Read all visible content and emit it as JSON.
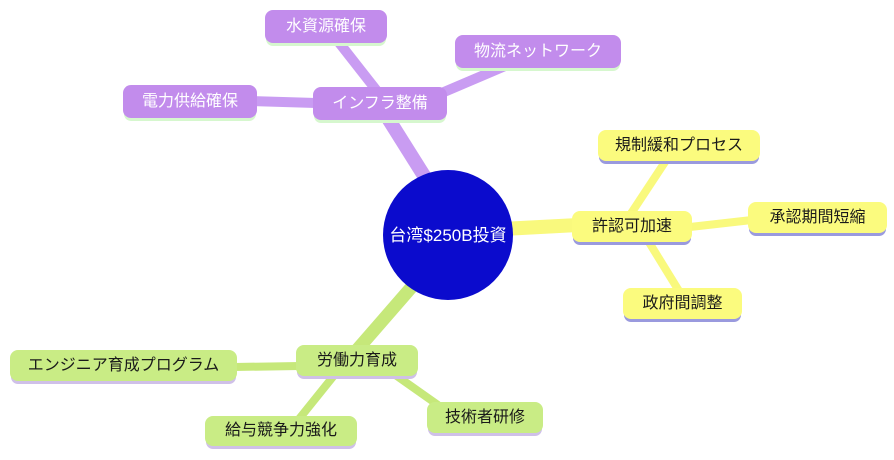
{
  "mindmap": {
    "root": {
      "label": "台湾$250B投資",
      "node_color": "#0b0bcd",
      "text_color": "#ffffff"
    },
    "branches": [
      {
        "id": "infrastructure",
        "label": "インフラ整備",
        "node_color": "#c28cec",
        "edge_color": "#c99cf2",
        "shadow_color": "#d6f7ce",
        "text_color": "#ffffff",
        "children": [
          {
            "label": "水資源確保"
          },
          {
            "label": "物流ネットワーク"
          },
          {
            "label": "電力供給確保"
          }
        ]
      },
      {
        "id": "permits",
        "label": "許認可加速",
        "node_color": "#fbfb7e",
        "edge_color": "#f9f97d",
        "shadow_color": "#9a9ade",
        "text_color": "#1a1a1a",
        "children": [
          {
            "label": "規制緩和プロセス"
          },
          {
            "label": "承認期間短縮"
          },
          {
            "label": "政府間調整"
          }
        ]
      },
      {
        "id": "workforce",
        "label": "労働力育成",
        "node_color": "#c9ec85",
        "edge_color": "#c6e87a",
        "shadow_color": "#cfc0e8",
        "text_color": "#1a1a1a",
        "children": [
          {
            "label": "エンジニア育成プログラム"
          },
          {
            "label": "給与競争力強化"
          },
          {
            "label": "技術者研修"
          }
        ]
      }
    ]
  }
}
